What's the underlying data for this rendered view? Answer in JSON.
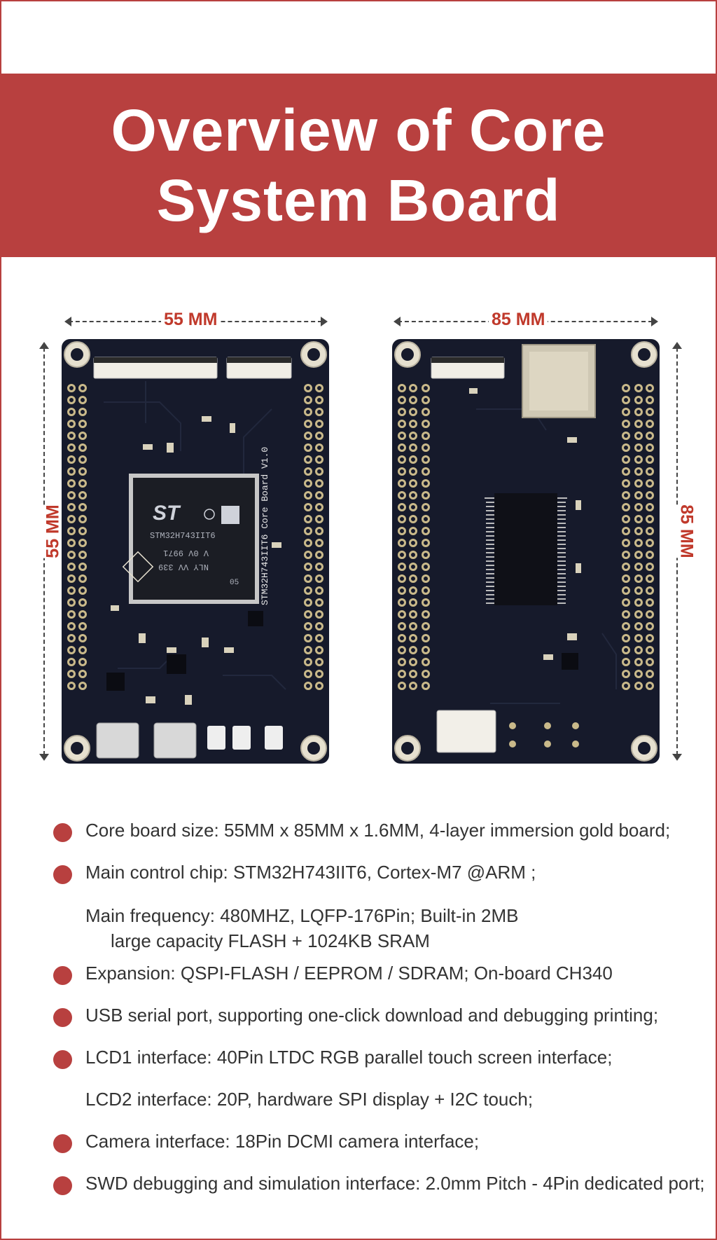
{
  "title": {
    "line1": "Overview of Core",
    "line2": "System Board"
  },
  "dimensions": {
    "front_width": "55 MM",
    "front_height": "55 MM",
    "back_width": "85 MM",
    "back_height": "85 MM"
  },
  "board_markings": {
    "chip_logo": "ST",
    "chip_part": "STM32H743IIT6",
    "chip_line2": "V 0V 9971",
    "chip_line3": "NLY VV 339",
    "chip_mark": "05",
    "silkscreen": "STM32H743IIT6 Core Board V1.0"
  },
  "colors": {
    "accent": "#b8403f",
    "pcb": "#161a2b",
    "pad": "#e6e0cf"
  },
  "specs": [
    {
      "text": "Core board size: 55MM x 85MM x 1.6MM, 4-layer immersion gold board;",
      "bullet": true
    },
    {
      "text": "Main control chip: STM32H743IIT6, Cortex-M7 @ARM ;",
      "bullet": true
    },
    {
      "text": "Main frequency: 480MHZ, LQFP-176Pin; Built-in 2MB",
      "bullet": false
    },
    {
      "text": "large capacity FLASH + 1024KB SRAM",
      "bullet": false
    },
    {
      "text": "Expansion: QSPI-FLASH / EEPROM / SDRAM; On-board CH340",
      "bullet": true
    },
    {
      "text": "USB serial port, supporting one-click download and debugging printing;",
      "bullet": true
    },
    {
      "text": "LCD1 interface: 40Pin LTDC RGB parallel touch screen interface;",
      "bullet": true
    },
    {
      "text": "LCD2 interface: 20P, hardware SPI display + I2C touch;",
      "bullet": false
    },
    {
      "text": "Camera interface: 18Pin DCMI camera interface;",
      "bullet": true
    },
    {
      "text": "SWD debugging and simulation interface: 2.0mm Pitch - 4Pin dedicated port;",
      "bullet": true
    }
  ]
}
